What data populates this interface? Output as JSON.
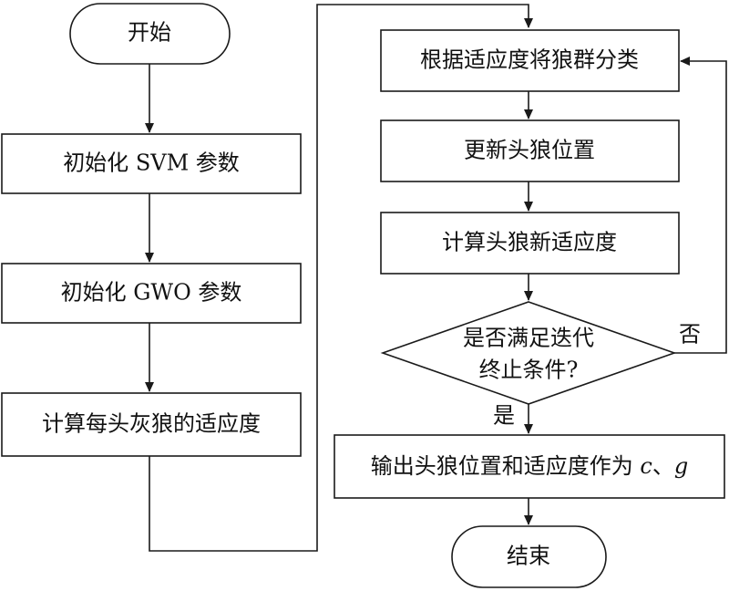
{
  "flowchart": {
    "start": "开始",
    "init_svm": "初始化 SVM 参数",
    "init_gwo": "初始化 GWO 参数",
    "compute_fitness": "计算每头灰狼的适应度",
    "classify": "根据适应度将狼群分类",
    "update_lead": "更新头狼位置",
    "compute_lead_fitness": "计算头狼新适应度",
    "decision_line1": "是否满足迭代",
    "decision_line2": "终止条件?",
    "label_no": "否",
    "label_yes": "是",
    "output_main": "输出头狼位置和适应度作为 ",
    "output_c": "c",
    "output_sep": "、",
    "output_g": "g",
    "end": "结束"
  }
}
